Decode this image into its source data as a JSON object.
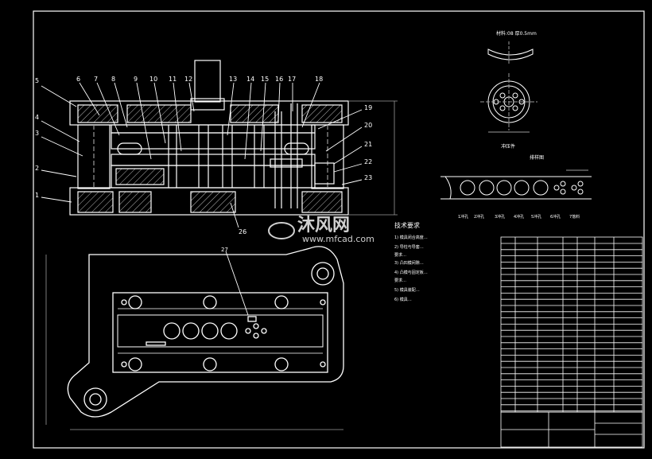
{
  "colors": {
    "background": "#000000",
    "line": "#ffffff",
    "hatch": "#bbbbbb",
    "dim": "#9a9a9a",
    "watermark": "#cfcfcf"
  },
  "part_numbers_left": [
    "5",
    "4",
    "3",
    "2",
    "1"
  ],
  "part_numbers_top": [
    "6",
    "7",
    "8",
    "9",
    "10",
    "11",
    "12",
    "13",
    "14",
    "15",
    "16",
    "17",
    "18"
  ],
  "part_numbers_right": [
    "19",
    "20",
    "21",
    "22",
    "23"
  ],
  "label_26": "26",
  "label_27": "27",
  "part_view_title": "冲压件",
  "part_spec": "材料:08 厚0.5mm",
  "strip_title": "排样图",
  "strip_station_labels": [
    "1冲孔",
    "2冲孔",
    "3冲孔",
    "4冲孔",
    "5冲孔",
    "6冲孔",
    "7落料"
  ],
  "watermark": {
    "brand": "沐风网",
    "url": "www.mfcad.com"
  },
  "tech_req": {
    "title": "技术要求",
    "lines": [
      "1) 模具闭合高度…",
      "2) 导柱与导套…",
      "   要求…",
      "3) 凸凹模间隙…",
      "4) 凸模与固定板…",
      "   要求…",
      "5) 模具装配…",
      "6) 模具…"
    ]
  }
}
